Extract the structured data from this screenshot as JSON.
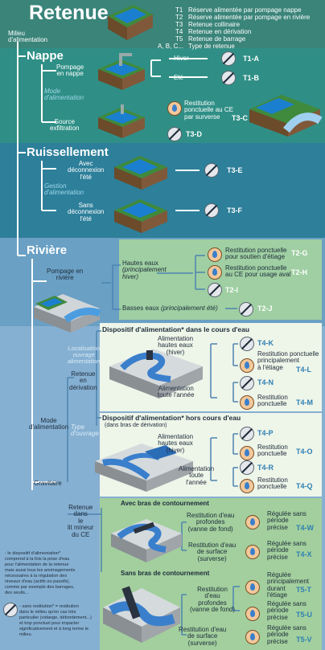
{
  "title": "Retenue",
  "milieu_label": "Milieu\nd'alimentation",
  "legend": [
    {
      "code": "T1",
      "text": "Réserve alimentée par pompage nappe"
    },
    {
      "code": "T2",
      "text": "Réserve alimentée par pompage en rivière"
    },
    {
      "code": "T3",
      "text": "Retenue collinaire"
    },
    {
      "code": "T4",
      "text": "Retenue en dérivation"
    },
    {
      "code": "T5",
      "text": "Retenue de barrage"
    },
    {
      "code": "A, B, C...",
      "text": "Type de retenue"
    }
  ],
  "nappe": {
    "title": "Nappe",
    "mode": "Mode\nd'alimentation",
    "pompage": "Pompage\nen nappe",
    "hiver": "Hiver",
    "ete": "Eté",
    "t1a": "T1-A",
    "t1b": "T1-B",
    "source": "Source\nexfiltration",
    "restitution": "Restitution\nponctuelle au CE\npar surverse",
    "t3c": "T3-C",
    "t3d": "T3-D"
  },
  "ruissellement": {
    "title": "Ruissellement",
    "gestion": "Gestion\nd'alimentation",
    "avec": "Avec\ndéconnexion\nl'été",
    "sans": "Sans\ndéconnexion\nl'été",
    "t3e": "T3-E",
    "t3f": "T3-F"
  },
  "riviere": {
    "title": "Rivière",
    "pompage": "Pompage en\nrivière",
    "hautes": "Hautes eaux",
    "hautes_sub": "(principalement\nhiver)",
    "r_soutien": "Restitution ponctuelle\npour soutien d'étiage",
    "t2g": "T2-G",
    "r_aval": "Restitution ponctuelle\nau CE pour usage aval",
    "t2h": "T2-H",
    "t2i": "T2-I",
    "basses": "Basses eaux",
    "basses_sub": "(principalement été)",
    "t2j": "T2-J",
    "dispositif_in": "Dispositif d'alimentation* dans le cours d'eau",
    "localisation": "Localisation\nouvrage\nalimentation",
    "retenue_derivation": "Retenue\nen\ndérivation",
    "alim_hautes": "Alimentation\nhautes eaux\n(hiver)",
    "t4k": "T4-K",
    "r_etiage": "Restitution ponctuelle\nprincipalement\nà l'étiage",
    "t4l": "T4-L",
    "alim_toute": "Alimentation\ntoute l'année",
    "t4n": "T4-N",
    "r_ponct": "Restitution\nponctuelle",
    "t4m": "T4-M",
    "dispositif_hors": "Dispositif d'alimentation* hors cours d'eau",
    "dispositif_hors_sub": "(dans bras de dérivation)",
    "type_ouvrage": "Type\nd'ouvrage",
    "mode": "Mode\nd'alimentation",
    "alim_hautes2": "Alimentation\nhautes eaux\n(hiver)",
    "t4p": "T4-P",
    "r_ponct2": "Restitution\nponctuelle",
    "t4o": "T4-O",
    "alim_toute2": "Alimentation\ntoute\nl'année",
    "t4r": "T4-R",
    "r_ponct3": "Restitution\nponctuelle",
    "t4q": "T4-Q",
    "gravitaire": "Gravitaire",
    "retenue_lit": "Retenue\ndans\nle\nlit mineur\ndu CE",
    "avec_bras": "Avec bras de contournement",
    "r_profondes": "Restitution d'eau\nprofondes\n(vanne de fond)",
    "reg1": "Régulée sans\npériode\nprécise",
    "t4w": "T4-W",
    "r_surface": "Restitution d'eau\nde surface\n(surverse)",
    "reg2": "Régulée sans\npériode\nprécise",
    "t4x": "T4-X",
    "sans_bras": "Sans bras de contournement",
    "r_profondes2": "Restitution\nd'eau\nprofondes\n(vanne de fond)",
    "reg3": "Régulée\nprincipalement\ndurant\nl'étiage",
    "t5t": "T5-T",
    "reg4": "Régulée sans\npériode\nprécise",
    "t5u": "T5-U",
    "r_surface2": "Restitution d'eau\nde surface\n(surverse)",
    "reg5": "Régulée sans\npériode\nprécise",
    "t5v": "T5-V"
  },
  "notes": {
    "dispositif": "- le dispositif d'alimentation*\ncomprend à la fois la prise d'eau\npour l'alimentation de la retenue\nmais aussi tous les aménagements\nnécessaires à la régulation des\nniveaux d'eau (actifs ou passifs),\ncomme par exemple des barrages,\ndes seuils...",
    "sans_restitution": "- sans restitution* = restitution\ndans le milieu qu'en cas très\nparticulier (vidange, débordement...)\net trop ponctuel pour impacter\nsignificativement et à long terme le\nmilieu."
  }
}
